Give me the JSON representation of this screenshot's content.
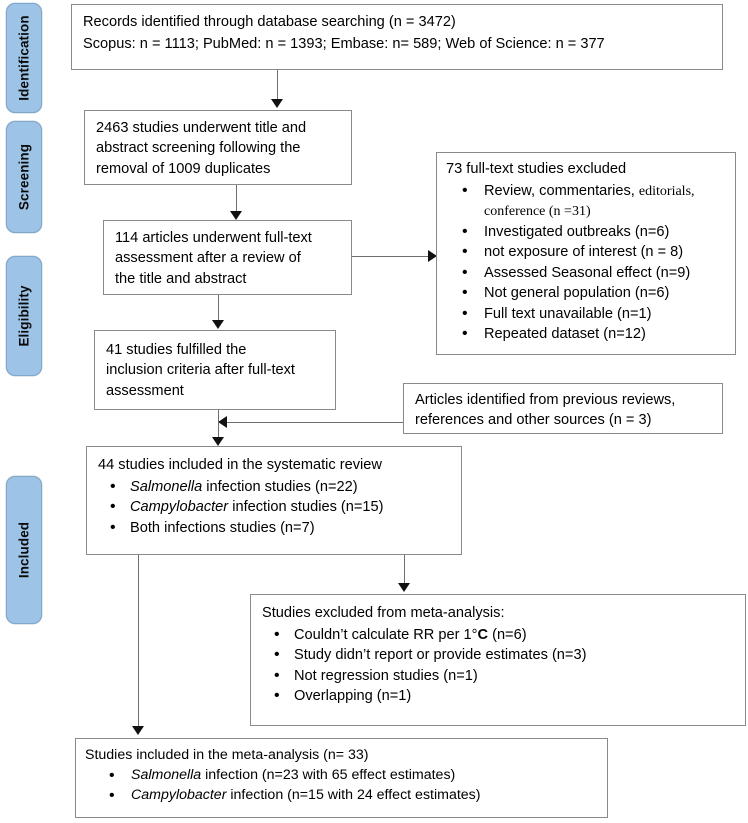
{
  "stages": [
    {
      "label": "Identification"
    },
    {
      "label": "Screening"
    },
    {
      "label": "Eligibility"
    },
    {
      "label": "Included"
    }
  ],
  "boxes": {
    "identified": {
      "line1": "Records identified through database searching (n = 3472)",
      "line2": "Scopus: n = 1113; PubMed: n = 1393; Embase: n= 589; Web of Science: n = 377"
    },
    "screened": {
      "line1": "2463 studies underwent title and",
      "line2": "abstract screening following the",
      "line3": "removal of 1009 duplicates"
    },
    "fulltext_assessed": {
      "line1": "114 articles underwent full-text",
      "line2": "assessment after a review of",
      "line3": "the title and abstract"
    },
    "fulltext_excluded": {
      "heading": "73 full-text studies excluded",
      "items": [
        {
          "main": "Review, commentaries, ",
          "tail": "editorials, conference (n =31)"
        },
        {
          "main": "Investigated outbreaks (n=6)",
          "tail": ""
        },
        {
          "main": "not exposure of interest (n = 8)",
          "tail": ""
        },
        {
          "main": "Assessed Seasonal effect (n=9)",
          "tail": ""
        },
        {
          "main": "Not general population (n=6)",
          "tail": ""
        },
        {
          "main": "Full text unavailable (n=1)",
          "tail": ""
        },
        {
          "main": "Repeated dataset (n=12)",
          "tail": ""
        }
      ]
    },
    "fulfilled": {
      "line1": "41 studies fulfilled the",
      "line2": "inclusion criteria after full-text",
      "line3": "assessment"
    },
    "other_sources": {
      "line1": "Articles identified from previous reviews,",
      "line2": "references and other sources (n = 3)"
    },
    "included_systematic": {
      "heading": "44 studies included in the systematic review",
      "items": [
        {
          "italic": "Salmonella",
          "rest": " infection studies (n=22)"
        },
        {
          "italic": "Campylobacter",
          "rest": " infection studies (n=15)"
        },
        {
          "italic": "",
          "rest": "Both infections studies (n=7)"
        }
      ]
    },
    "meta_excluded": {
      "heading": "Studies excluded from meta-analysis:",
      "items": [
        {
          "pre": "Couldn’t calculate RR per 1°",
          "bold": "C",
          "post": " (n=6)"
        },
        {
          "pre": "Study didn’t report or provide estimates (n=3)",
          "bold": "",
          "post": ""
        },
        {
          "pre": "Not regression studies (n=1)",
          "bold": "",
          "post": ""
        },
        {
          "pre": "Overlapping (n=1)",
          "bold": "",
          "post": ""
        }
      ]
    },
    "included_meta": {
      "heading": "Studies included in the meta-analysis (n= 33)",
      "items": [
        {
          "italic": "Salmonella",
          "rest": " infection (n=23 with 65 effect estimates)"
        },
        {
          "italic": "Campylobacter",
          "rest": " infection (n=15 with 24 effect estimates)"
        }
      ]
    }
  },
  "colors": {
    "pill_fill": "#9DC3E6",
    "pill_border": "#7FA8C9",
    "box_border": "#8a8a8a",
    "connector": "#6e6e6e",
    "arrow": "#111111",
    "text": "#000000"
  }
}
